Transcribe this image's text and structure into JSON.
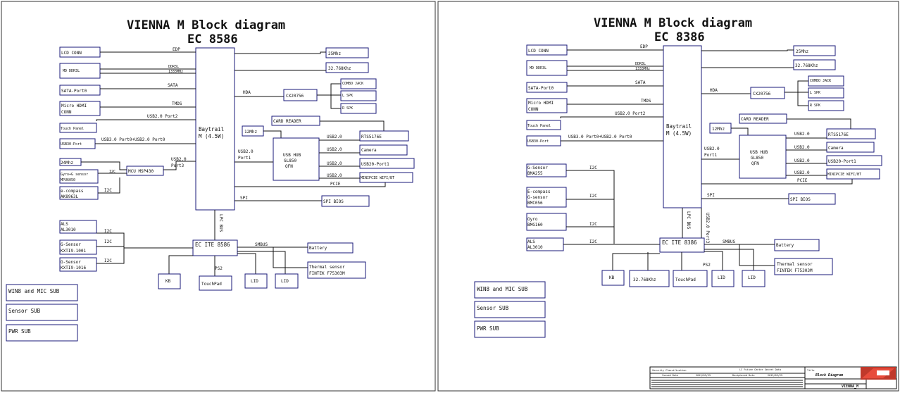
{
  "left": {
    "title": "VIENNA M Block diagram",
    "subtitle": "EC 8586",
    "cpu_line1": "Baytrail",
    "cpu_line2": "M (4.5W)",
    "lcd_conn": "LCD CONN",
    "edp": "EDP",
    "md_ddr3l": "MD DDR3L",
    "ddr3l": "DDR3L",
    "ddr_speed": "1333MHz",
    "sata_port0": "SATA-Port0",
    "sata": "SATA",
    "hdmi1": "Micro HDMI",
    "hdmi2": "CONN",
    "tmds": "TMDS",
    "touch_panel": "Touch Panel",
    "usb20_port2": "USB2.0 Port2",
    "usb30_port": "USB30-Port",
    "usb30_bus": "USB3.0 Port0+USB2.0 Port0",
    "mhz24": "24Mhz",
    "gyro1": "Gyro+G sensor",
    "gyro2": "MPU6050",
    "mcu": "MCU MSP430",
    "i2c": "I2C",
    "usb20_port3_a": "USB2.0",
    "usb20_port3_b": "Port3",
    "ecompass1": "e-compass",
    "ecompass2": "AK8963L",
    "mhz25": "25Mhz",
    "khz32": "32.768Khz",
    "hda": "HDA",
    "codec": "CX20756",
    "combo_jack": "COMBO JACK",
    "l_spk": "L SPK",
    "r_spk": "R SPK",
    "card_reader": "CARD READER",
    "mhz12": "12Mhz",
    "hub1": "USB HUB",
    "hub2": "GL850",
    "hub3": "QFN",
    "usb20_port1_a": "USB2.0",
    "usb20_port1_b": "Port1",
    "rts": "RTS5176E",
    "camera": "Camera",
    "usb20_port1_box": "USB20-Port1",
    "minipcie": "MINIPCIE WIFI/BT",
    "usb20": "USB2.0",
    "pcie": "PCIE",
    "spi": "SPI",
    "spi_bios": "SPI BIOS",
    "lpc_bus": "LPC BUS",
    "ec": "EC ITE 8586",
    "als1": "ALS",
    "als2": "AL3010",
    "gs1_1": "G-Sensor",
    "gs1_2": "KXTI9-1001",
    "gs2_1": "G-Sensor",
    "gs2_2": "KXTI9-1016",
    "battery": "Battery",
    "smbus": "SMBUS",
    "thermal1": "Thermal sensor",
    "thermal2": "FINTEK F75303M",
    "ps2": "PS2",
    "kb": "KB",
    "touchpad": "TouchPad",
    "lid": "LID",
    "win8_sub": "WIN8 and MIC SUB",
    "sensor_sub": "Sensor SUB",
    "pwr_sub": "PWR SUB"
  },
  "right": {
    "title": "VIENNA M Block diagram",
    "subtitle": "EC 8386",
    "cpu_line1": "Baytrail",
    "cpu_line2": "M (4.5W)",
    "lcd_conn": "LCD CONN",
    "edp": "EDP",
    "md_ddr3l": "MD DDR3L",
    "ddr3l": "DDR3L",
    "ddr_speed": "1333MHz",
    "sata_port0": "SATA-Port0",
    "sata": "SATA",
    "hdmi1": "Micro HDMI",
    "hdmi2": "CONN",
    "tmds": "TMDS",
    "touch_panel": "Touch Panel",
    "usb20_port2": "USB2.0 Port2",
    "usb30_port": "USB30-Port",
    "usb30_bus": "USB3.0 Port0+USB2.0 Port0",
    "gs1": "G-Sensor",
    "gs2": "BMA255",
    "ec1": "E-compass",
    "ec2": "G-sensor",
    "ec3": "BMC056",
    "gyro1": "Gyro",
    "gyro2": "BMG160",
    "als1": "ALS",
    "als2": "AL3010",
    "i2c": "I2C",
    "mhz25": "25Mhz",
    "khz32": "32.768Khz",
    "hda": "HDA",
    "codec": "CX20756",
    "combo_jack": "COMBO JACK",
    "l_spk": "L SPK",
    "r_spk": "R SPK",
    "card_reader": "CARD READER",
    "mhz12": "12Mhz",
    "hub1": "USB HUB",
    "hub2": "GL850",
    "hub3": "QFN",
    "usb20_port1_a": "USB2.0",
    "usb20_port1_b": "Port1",
    "rts": "RTS5176E",
    "camera": "Camera",
    "usb20_port1_box": "USB20-Port1",
    "minipcie": "MINIPCIE WIFI/BT",
    "usb20": "USB2.0",
    "pcie": "PCIE",
    "spi": "SPI",
    "spi_bios": "SPI BIOS",
    "lpc_bus": "LPC BUS",
    "usb20_port3": "USB2.0 Port3",
    "ec": "EC ITE 8386",
    "battery": "Battery",
    "smbus": "SMBUS",
    "thermal1": "Thermal sensor",
    "thermal2": "FINTEK F75303M",
    "ps2": "PS2",
    "kb": "KB",
    "touchpad": "TouchPad",
    "lid": "LID",
    "win8_sub": "WIN8 and MIC SUB",
    "sensor_sub": "Sensor SUB",
    "pwr_sub": "PWR SUB"
  },
  "titleblock": {
    "security": "Security Classification",
    "lc_future": "LC Future Center Secret Data",
    "issued_date": "Issued Date",
    "deciphered_date": "Deciphered Date",
    "date1": "2013/03/25",
    "date2": "2013/03/25",
    "title_label": "Title",
    "block_diagram": "Block Diagram",
    "vienna_m": "VIENNA_M"
  }
}
